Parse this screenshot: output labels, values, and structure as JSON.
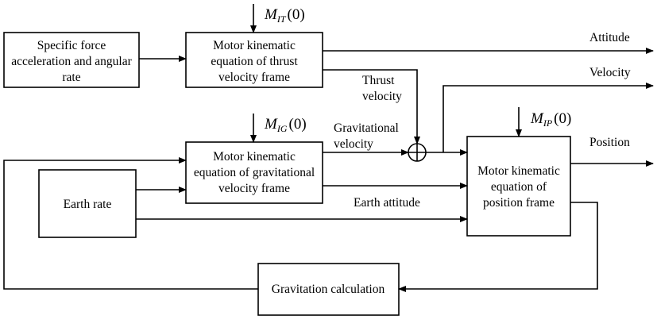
{
  "blocks": {
    "specific_force": [
      "Specific force",
      "acceleration and angular",
      "rate"
    ],
    "thrust_frame": [
      "Motor kinematic",
      "equation of thrust",
      "velocity frame"
    ],
    "gravitational_frame": [
      "Motor kinematic",
      "equation of gravitational",
      "velocity frame"
    ],
    "earth_rate": [
      "Earth rate"
    ],
    "position_frame": [
      "Motor kinematic",
      "equation of",
      "position frame"
    ],
    "gravitation_calc": [
      "Gravitation calculation"
    ]
  },
  "initial_conditions": {
    "thrust": {
      "symbol": "M",
      "subscript": "IT",
      "arg": "(0)"
    },
    "gravitational": {
      "symbol": "M",
      "subscript": "IG",
      "arg": "(0)"
    },
    "position": {
      "symbol": "M",
      "subscript": "IP",
      "arg": "(0)"
    }
  },
  "signals": {
    "attitude": "Attitude",
    "velocity": "Velocity",
    "position": "Position",
    "thrust_velocity": [
      "Thrust",
      "velocity"
    ],
    "gravitational_velocity": [
      "Gravitational",
      "velocity"
    ],
    "earth_attitude": "Earth attitude"
  },
  "summing_junction": "⊕"
}
